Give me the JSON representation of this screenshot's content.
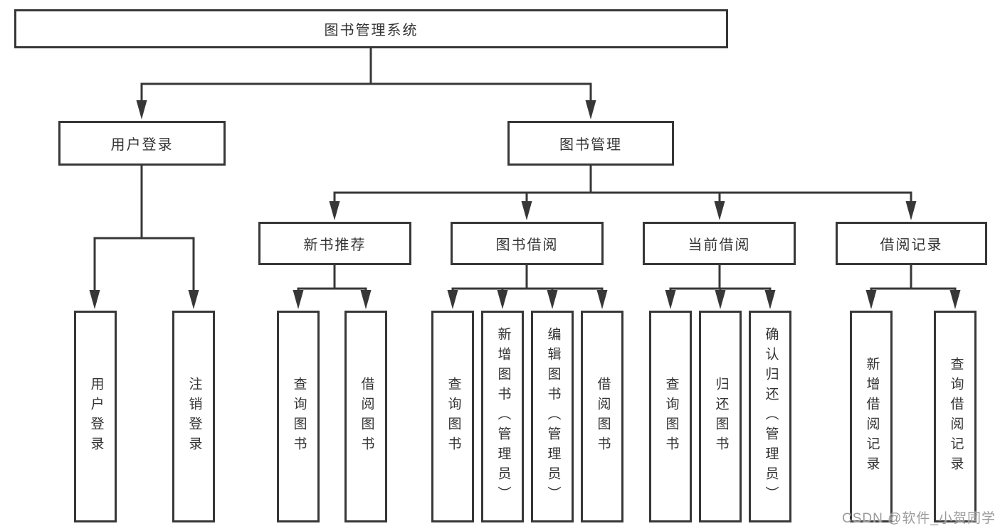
{
  "diagram": {
    "root": {
      "label": "图书管理系统"
    },
    "level2": [
      {
        "label": "用户登录"
      },
      {
        "label": "图书管理"
      }
    ],
    "level3": [
      {
        "label": "新书推荐"
      },
      {
        "label": "图书借阅"
      },
      {
        "label": "当前借阅"
      },
      {
        "label": "借阅记录"
      }
    ],
    "leaves": [
      {
        "label": "用户登录"
      },
      {
        "label": "注销登录"
      },
      {
        "label": "查询图书"
      },
      {
        "label": "借阅图书"
      },
      {
        "label": "查询图书"
      },
      {
        "label": "新增图书（管理员）"
      },
      {
        "label": "编辑图书（管理员）"
      },
      {
        "label": "借阅图书"
      },
      {
        "label": "查询图书"
      },
      {
        "label": "归还图书"
      },
      {
        "label": "确认归还（管理员）"
      },
      {
        "label": "新增借阅记录"
      },
      {
        "label": "查询借阅记录"
      }
    ],
    "colors": {
      "line": "#373737",
      "text": "#333333",
      "background": "#ffffff",
      "watermark": "#9b9b9b"
    }
  },
  "watermark": {
    "text": "CSDN @软件_小贺同学"
  }
}
